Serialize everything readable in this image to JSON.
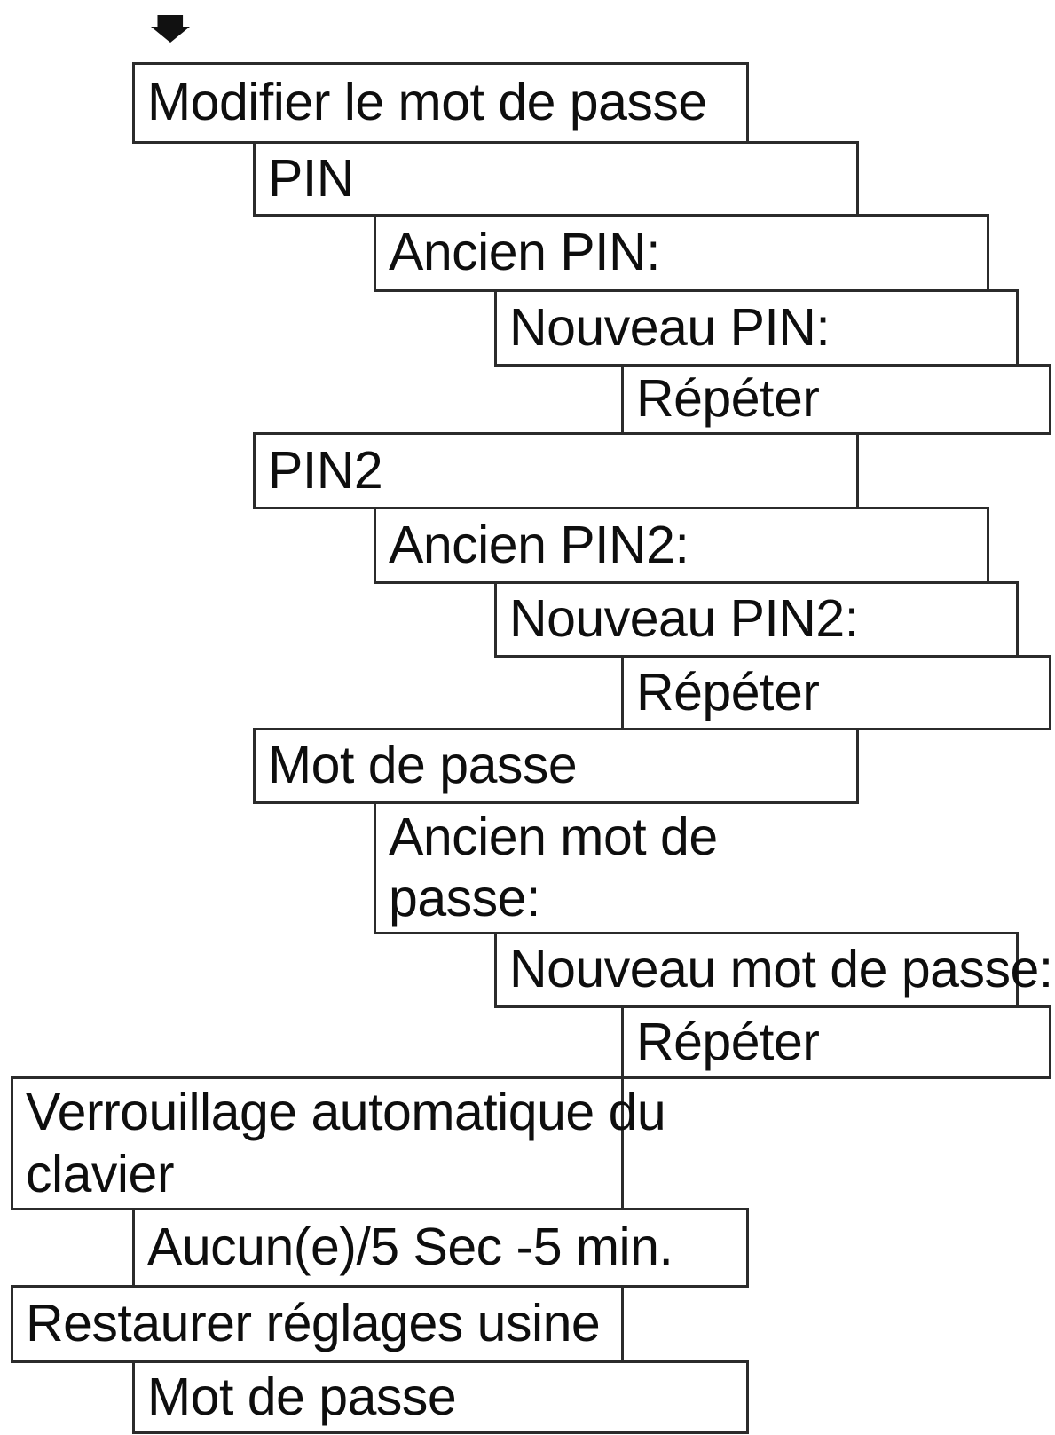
{
  "diagram": {
    "description": "Menu tree of security settings (phone manual excerpt, French)",
    "arrow_icon": "down-arrow",
    "colors": {
      "line": "#2b2b2b",
      "text": "#0e0e0e",
      "background": "#ffffff"
    },
    "boxes": [
      {
        "label": "Modifier le mot de passe",
        "level": 1
      },
      {
        "label": "PIN",
        "level": 2
      },
      {
        "label": "Ancien PIN:",
        "level": 3
      },
      {
        "label": "Nouveau PIN:",
        "level": 4
      },
      {
        "label": "Répéter",
        "level": 5
      },
      {
        "label": "PIN2",
        "level": 2
      },
      {
        "label": "Ancien PIN2:",
        "level": 3
      },
      {
        "label": "Nouveau PIN2:",
        "level": 4
      },
      {
        "label": "Répéter",
        "level": 5
      },
      {
        "label": "Mot de passe",
        "level": 2
      },
      {
        "label": "Ancien mot de passe:",
        "lines": [
          "Ancien mot de",
          "passe:"
        ],
        "level": 3,
        "open_right": true
      },
      {
        "label": "Nouveau mot de passe:",
        "level": 4
      },
      {
        "label": "Répéter",
        "level": 5
      },
      {
        "label": "Verrouillage automatique du clavier",
        "lines": [
          "Verrouillage automatique du",
          "clavier"
        ],
        "level": 0
      },
      {
        "label": "Aucun(e)/5 Sec -5 min.",
        "level": 1
      },
      {
        "label": "Restaurer réglages usine",
        "level": 0
      },
      {
        "label": "Mot de passe",
        "level": 1
      }
    ]
  }
}
